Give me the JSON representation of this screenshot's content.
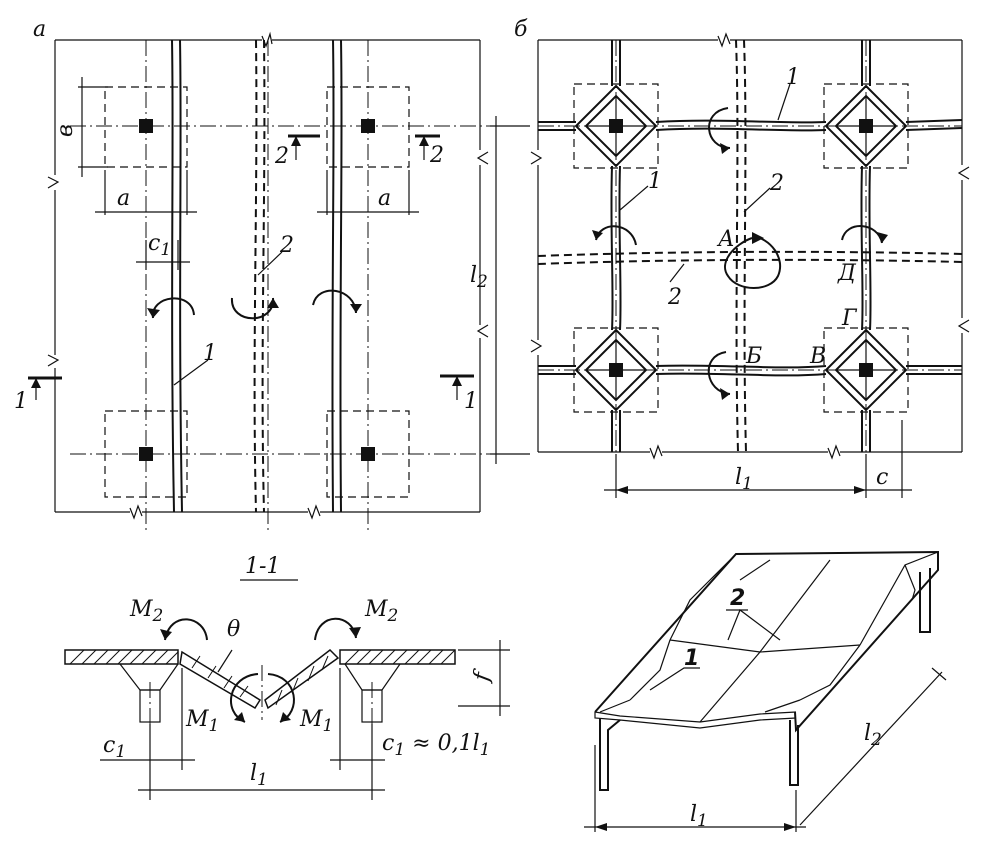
{
  "panel_labels": {
    "a": "а",
    "b": "б"
  },
  "section_title": "1-1",
  "crack_labels": {
    "one": "1",
    "two": "2"
  },
  "section_marks": {
    "one": "1",
    "two": "2"
  },
  "dims": {
    "a": "a",
    "b": "в",
    "c1": "c",
    "c1_sub": "1",
    "l1": "l",
    "l1_sub": "1",
    "l2": "l",
    "l2_sub": "2",
    "c": "c",
    "f": "f",
    "c1_approx": "c",
    "c1_approx_sub": "1",
    "c1_approx_eq": " ≈ 0,1",
    "c1_approx_l": "l",
    "c1_approx_l_sub": "1"
  },
  "moments": {
    "m1": "M",
    "m1_sub": "1",
    "m2": "M",
    "m2_sub": "2",
    "theta": "θ"
  },
  "points": {
    "A": "А",
    "B": "Б",
    "V": "В",
    "G": "Г",
    "D": "Д"
  }
}
